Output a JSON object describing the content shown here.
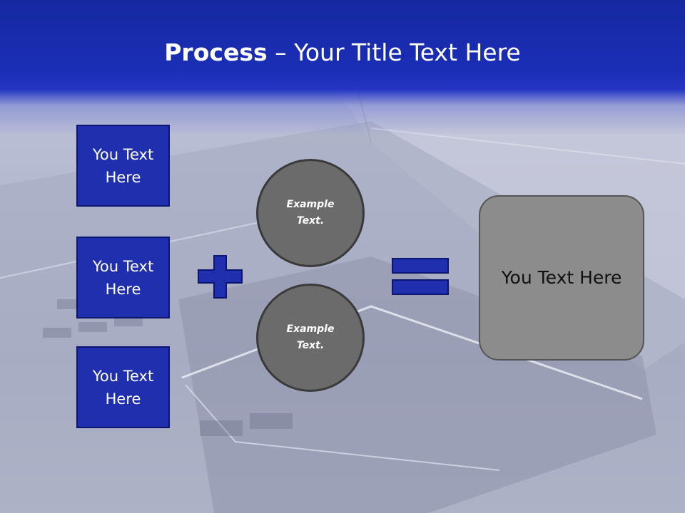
{
  "slide": {
    "title_bold": "Process",
    "title_rest": " – Your Title Text Here",
    "boxes": [
      {
        "label": "You Text Here"
      },
      {
        "label": "You Text Here"
      },
      {
        "label": "You Text Here"
      }
    ],
    "circles": [
      {
        "label": "Example Text."
      },
      {
        "label": "Example Text."
      }
    ],
    "result": {
      "label": "You Text Here"
    },
    "colors": {
      "header_blue": "#1b2fb8",
      "box_blue": "#1f2fae",
      "box_border": "#0c1670",
      "circle_fill": "#6b6b6b",
      "result_fill": "#8c8c8c",
      "operator_blue": "#1f2fae"
    },
    "icons": {
      "plus": "plus-icon",
      "equals": "equals-icon"
    }
  }
}
